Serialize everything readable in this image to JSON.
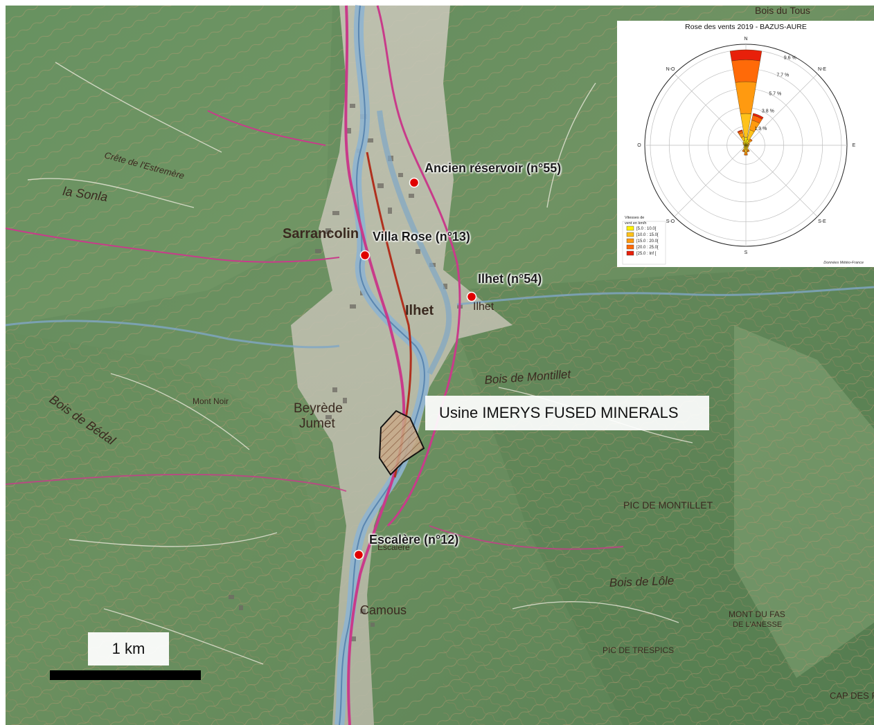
{
  "map": {
    "stations": [
      {
        "id": "ancien-reservoir",
        "label": "Ancien réservoir (n°55)"
      },
      {
        "id": "villa-rose",
        "label": "Villa Rose (n°13)"
      },
      {
        "id": "ilhet",
        "label": "Ilhet (n°54)"
      },
      {
        "id": "escalere",
        "label": "Escalère (n°12)"
      }
    ],
    "site_label": "Usine IMERYS FUSED MINERALS",
    "scale_label": "1 km",
    "place_names": {
      "sarrancolin": "Sarrancolin",
      "ilhet_town": "Ilhet",
      "beyrede": "Beyrède",
      "jumet": "Jumet",
      "camous": "Camous",
      "la_sonla": "la  Sonla",
      "bois_de_bedal": "Bois  de  Bédal",
      "bois_de_montillet": "Bois  de  Montillet",
      "bois_de_lole": "Bois  de  Lôle",
      "pic_de_montillet": "PIC DE MONTILLET",
      "pic_de_trespics": "PIC DE TRESPICS",
      "mont_noir": "Mont Noir",
      "mont_du_fas": "MONT DU FAS",
      "de_lanesse": "DE L'ANESSE",
      "crete_estremere": "Crête  de  l'Estremère",
      "bois_du_tous": "Bois du Tous",
      "cap_des_pe": "CAP DES PE",
      "escalere_town": "Escalère"
    },
    "colors": {
      "station_marker": "#e00000",
      "river": "#8fb4cf",
      "road": "#c83b8a",
      "site_fill": "#c9a98a"
    }
  },
  "wind_rose": {
    "title": "Rose des vents 2019 - BAZUS-AURE",
    "directions": {
      "n": "N",
      "ne": "N-E",
      "e": "E",
      "se": "S-E",
      "s": "S",
      "so": "S-O",
      "o": "O",
      "no": "N-O"
    },
    "legend_title_1": "Vitesses de",
    "legend_title_2": "vent en km/h",
    "source": "Données Météo-France",
    "chart_data": {
      "type": "polar-bar",
      "title": "Rose des vents 2019 - BAZUS-AURE",
      "ring_labels": [
        "1.9 %",
        "3.8 %",
        "5.7 %",
        "7.7 %",
        "9.6 %"
      ],
      "ring_values": [
        1.9,
        3.8,
        5.7,
        7.7,
        9.6
      ],
      "rmax": 9.6,
      "legend_labels": [
        "[5.0 : 10.0[",
        "[10.0 : 15.0[",
        "[15.0 : 20.0[",
        "[20.0 : 25.0[",
        "[25.0 : Inf ["
      ],
      "colors": [
        "#fff200",
        "#ffc21a",
        "#ff9a10",
        "#ff6a08",
        "#e8200a"
      ],
      "directions_deg": [
        0,
        22.5,
        45,
        67.5,
        90,
        112.5,
        135,
        157.5,
        180,
        202.5,
        225,
        247.5,
        270,
        292.5,
        315,
        337.5
      ],
      "cumulative": [
        [
          0.8,
          3.2,
          6.4,
          8.6,
          9.6
        ],
        [
          0.6,
          1.6,
          2.6,
          3.1,
          3.3
        ],
        [
          0.3,
          0.5,
          0.7,
          0.8,
          0.8
        ],
        [
          0.2,
          0.3,
          0.4,
          0.4,
          0.4
        ],
        [
          0.2,
          0.2,
          0.3,
          0.3,
          0.3
        ],
        [
          0.2,
          0.3,
          0.3,
          0.3,
          0.3
        ],
        [
          0.2,
          0.3,
          0.3,
          0.3,
          0.3
        ],
        [
          0.3,
          0.5,
          0.6,
          0.7,
          0.7
        ],
        [
          0.4,
          0.7,
          0.9,
          1.0,
          1.0
        ],
        [
          0.3,
          0.5,
          0.6,
          0.7,
          0.7
        ],
        [
          0.2,
          0.3,
          0.3,
          0.3,
          0.3
        ],
        [
          0.2,
          0.2,
          0.2,
          0.2,
          0.2
        ],
        [
          0.2,
          0.2,
          0.2,
          0.2,
          0.2
        ],
        [
          0.2,
          0.3,
          0.3,
          0.3,
          0.3
        ],
        [
          0.2,
          0.3,
          0.4,
          0.4,
          0.4
        ],
        [
          0.5,
          0.9,
          1.3,
          1.5,
          1.6
        ]
      ]
    }
  }
}
